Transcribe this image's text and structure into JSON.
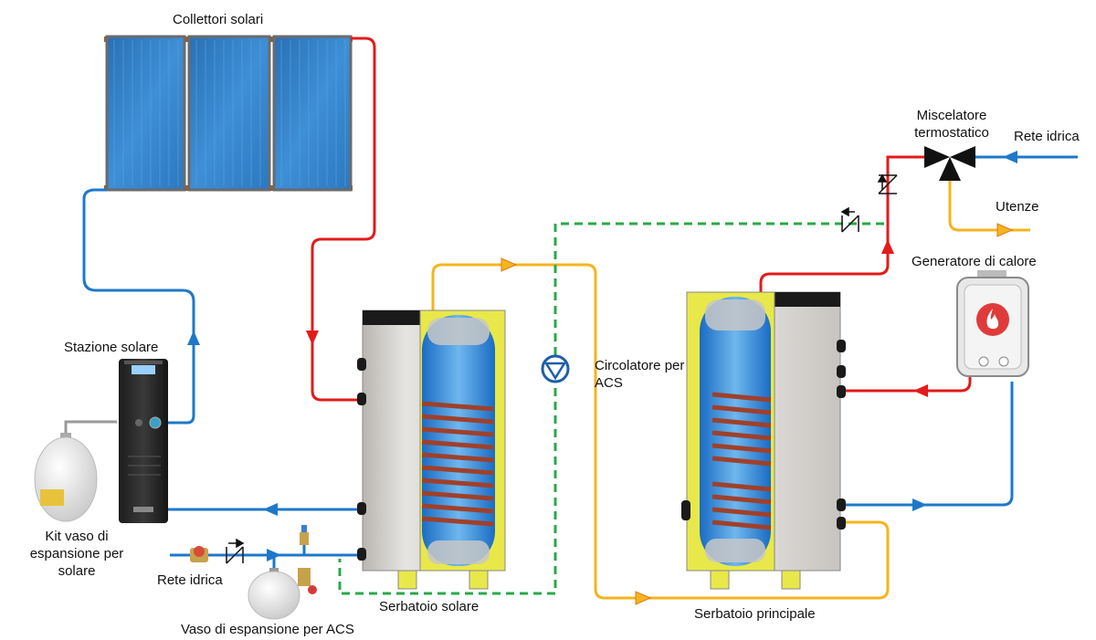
{
  "labels": {
    "collectors": "Collettori solari",
    "solar_station": "Stazione solare",
    "exp_kit": "Kit vaso di espansione per solare",
    "water_mains_left": "Rete idrica",
    "acs_expansion": "Vaso di espansione per ACS",
    "solar_tank": "Serbatoio solare",
    "acs_pump": "Circolatore per ACS",
    "main_tank": "Serbatoio principale",
    "heat_generator": "Generatore di calore",
    "mixer": "Miscelatore termostatico",
    "water_mains_right": "Rete idrica",
    "users": "Utenze"
  },
  "colors": {
    "hot_pipe": "#e21b1b",
    "cold_pipe": "#1e78c8",
    "dhw_pipe": "#f5b41e",
    "recirculation": "#2aa84a",
    "tank_insulation": "#e8e84a",
    "tank_shell": "#d9d6d2"
  }
}
